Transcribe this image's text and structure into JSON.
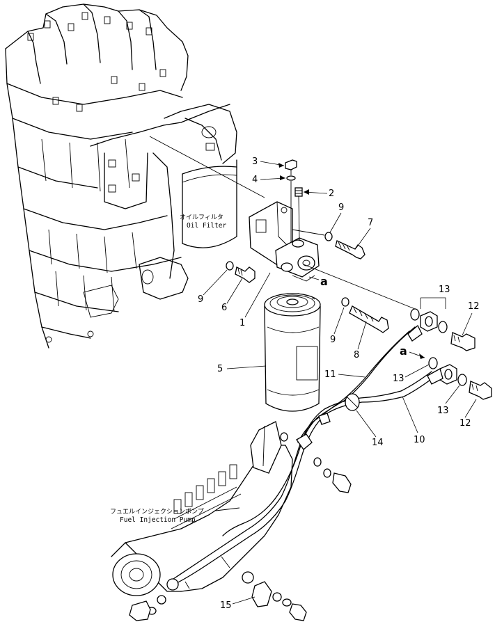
{
  "labels": {
    "oil_filter_jp": "オイルフィルタ",
    "oil_filter_en": "Oil Filter",
    "fuel_pump_jp": "フュエルインジェクションポンプ",
    "fuel_pump_en": "Fuel Injection Pump",
    "mark_a": "a"
  },
  "callouts": {
    "c1": "1",
    "c2": "2",
    "c3": "3",
    "c4": "4",
    "c5": "5",
    "c6": "6",
    "c7": "7",
    "c8": "8",
    "c9a": "9",
    "c9b": "9",
    "c9c": "9",
    "c10": "10",
    "c11": "11",
    "c12a": "12",
    "c12b": "12",
    "c13a": "13",
    "c13b": "13",
    "c13c": "13",
    "c14": "14",
    "c15": "15"
  }
}
